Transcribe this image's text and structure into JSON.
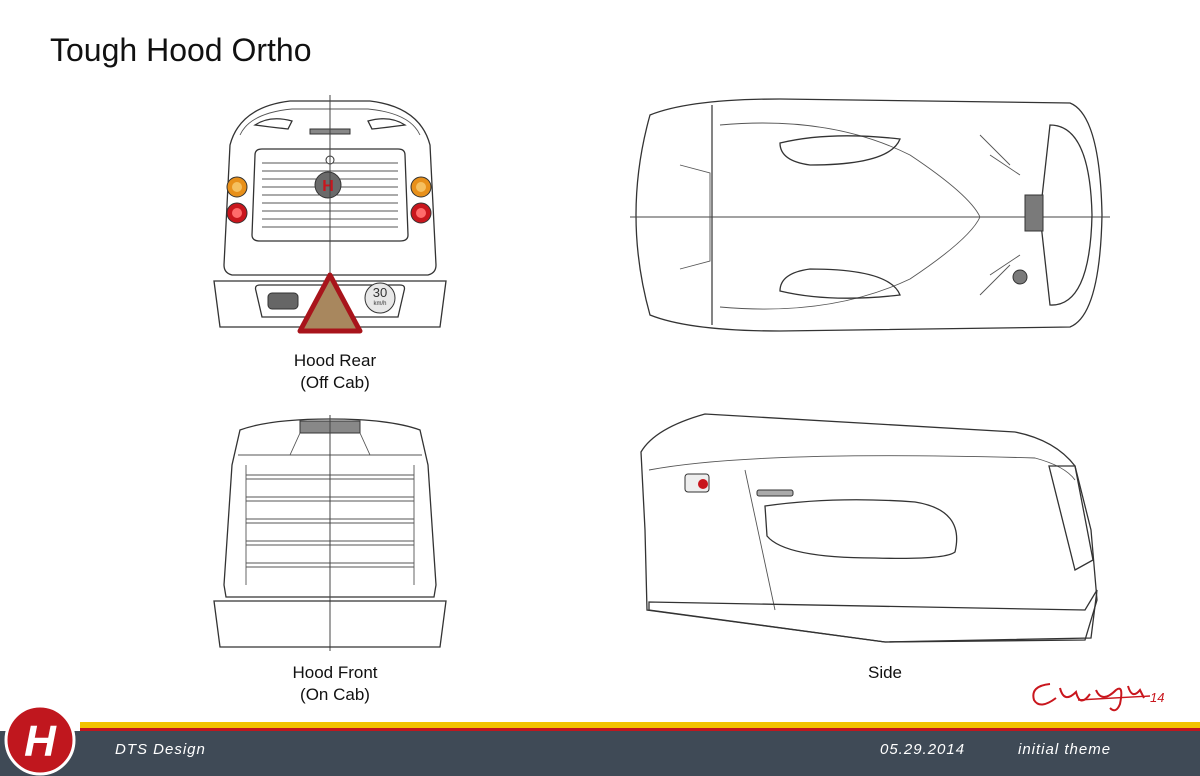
{
  "title": "Tough Hood Ortho",
  "views": {
    "rear": {
      "caption_line1": "Hood Rear",
      "caption_line2": "(Off Cab)",
      "speed_badge": "30",
      "speed_unit": "km/h"
    },
    "front": {
      "caption_line1": "Hood Front",
      "caption_line2": "(On Cab)"
    },
    "side": {
      "caption": "Side"
    }
  },
  "footer": {
    "company": "DTS Design",
    "date": "05.29.2014",
    "note": "initial theme",
    "logo_letter": "H"
  },
  "signature": {
    "year": "14"
  },
  "colors": {
    "footer_bg": "#3f4a56",
    "stripe_yellow": "#f2c400",
    "stripe_red": "#c0171e",
    "panel_gray": "#999999",
    "window_gray": "#7a7a7a",
    "triangle_fill": "#a8875e",
    "triangle_border": "#a8141b",
    "amber_light": "#e8901a",
    "red_light": "#c9161d"
  }
}
